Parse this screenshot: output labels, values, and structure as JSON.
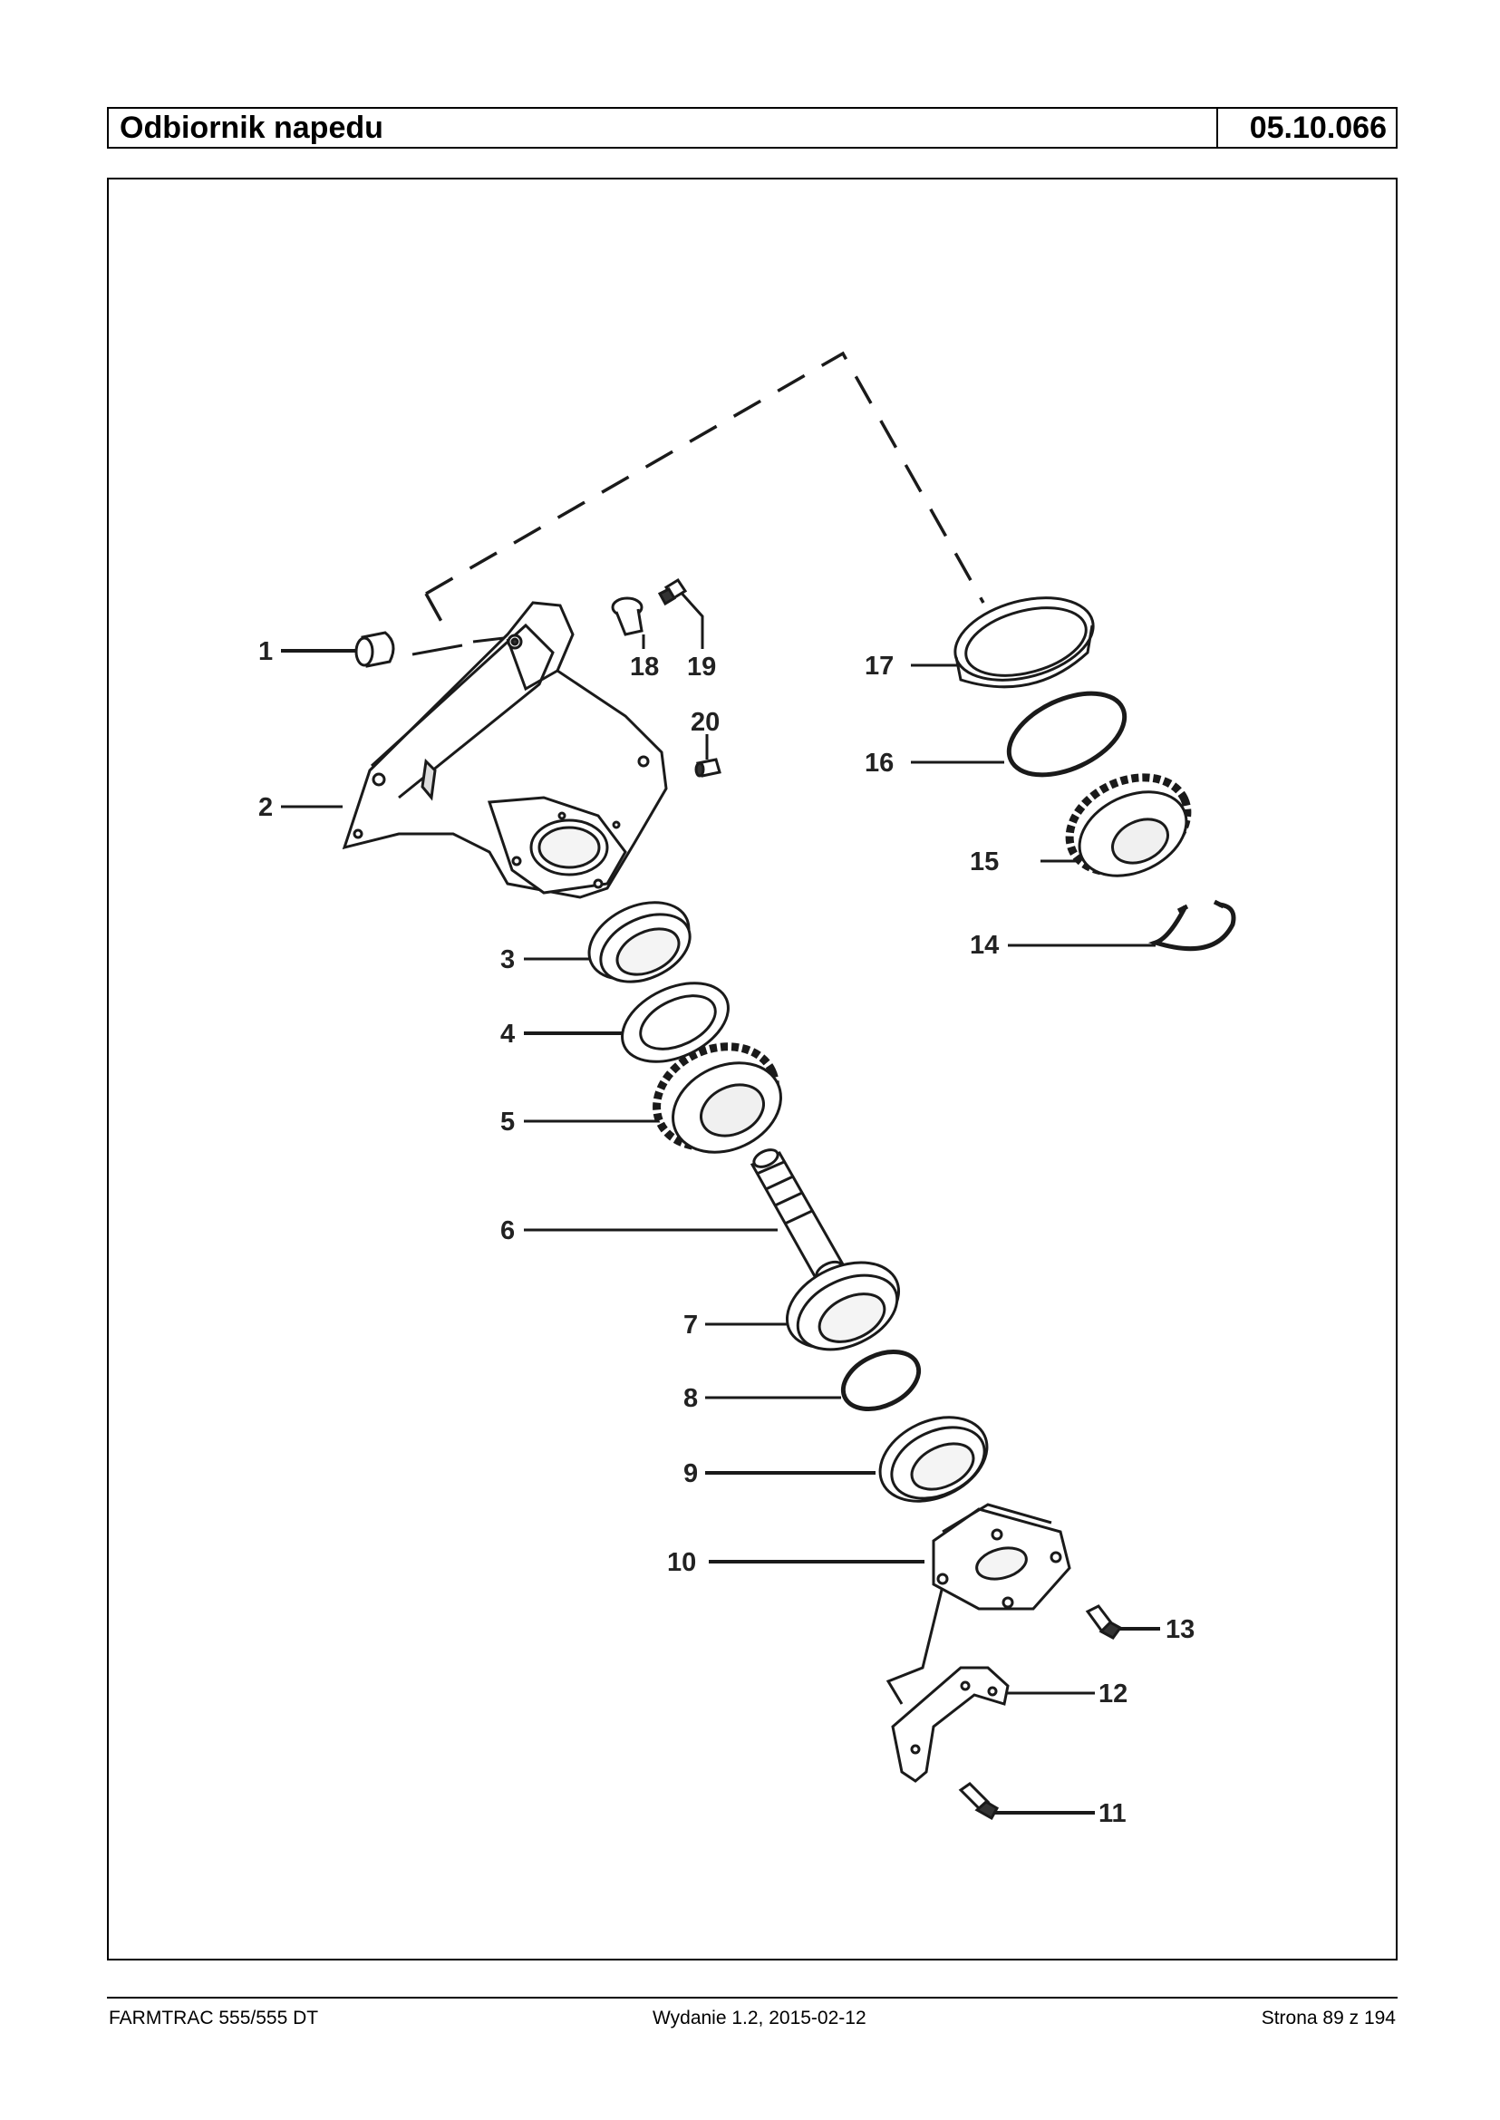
{
  "header": {
    "title": "Odbiornik napedu",
    "code": "05.10.066"
  },
  "diagram": {
    "callouts": [
      "1",
      "2",
      "3",
      "4",
      "5",
      "6",
      "7",
      "8",
      "9",
      "10",
      "11",
      "12",
      "13",
      "14",
      "15",
      "16",
      "17",
      "18",
      "19",
      "20"
    ]
  },
  "footer": {
    "left": "FARMTRAC 555/555 DT",
    "center": "Wydanie 1.2,  2015-02-12",
    "right": "Strona 89 z 194"
  }
}
